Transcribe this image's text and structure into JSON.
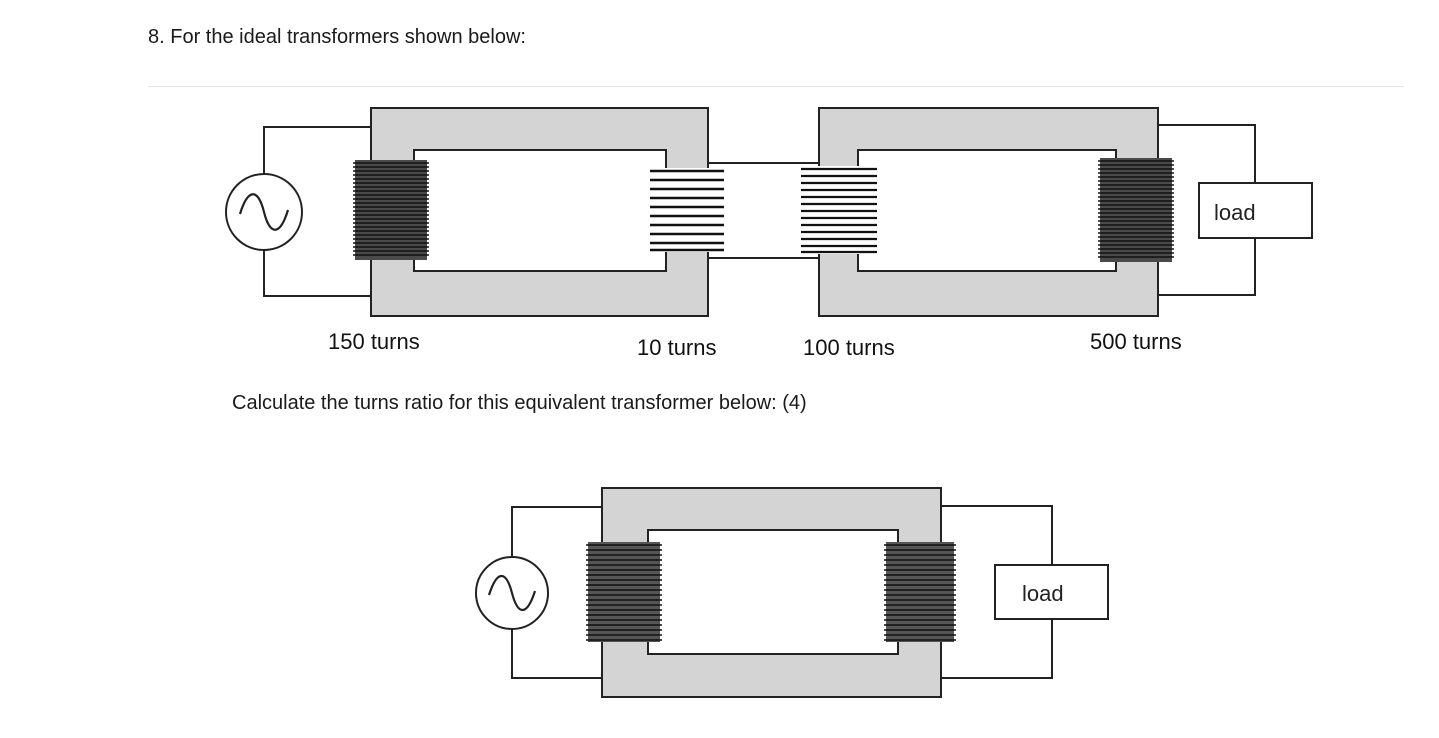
{
  "question": {
    "title": "8. For the ideal transformers shown below:",
    "instruction": "Calculate the turns ratio for this equivalent transformer below: (4)"
  },
  "diagram_top": {
    "load_label": "load",
    "turns": {
      "t1_primary": "150 turns",
      "t1_secondary": "10 turns",
      "t2_primary": "100 turns",
      "t2_secondary": "500 turns"
    }
  },
  "diagram_bottom": {
    "load_label": "load"
  },
  "colors": {
    "core_fill": "#d4d4d4",
    "wire": "#222222",
    "winding": "#1b1b1b"
  }
}
